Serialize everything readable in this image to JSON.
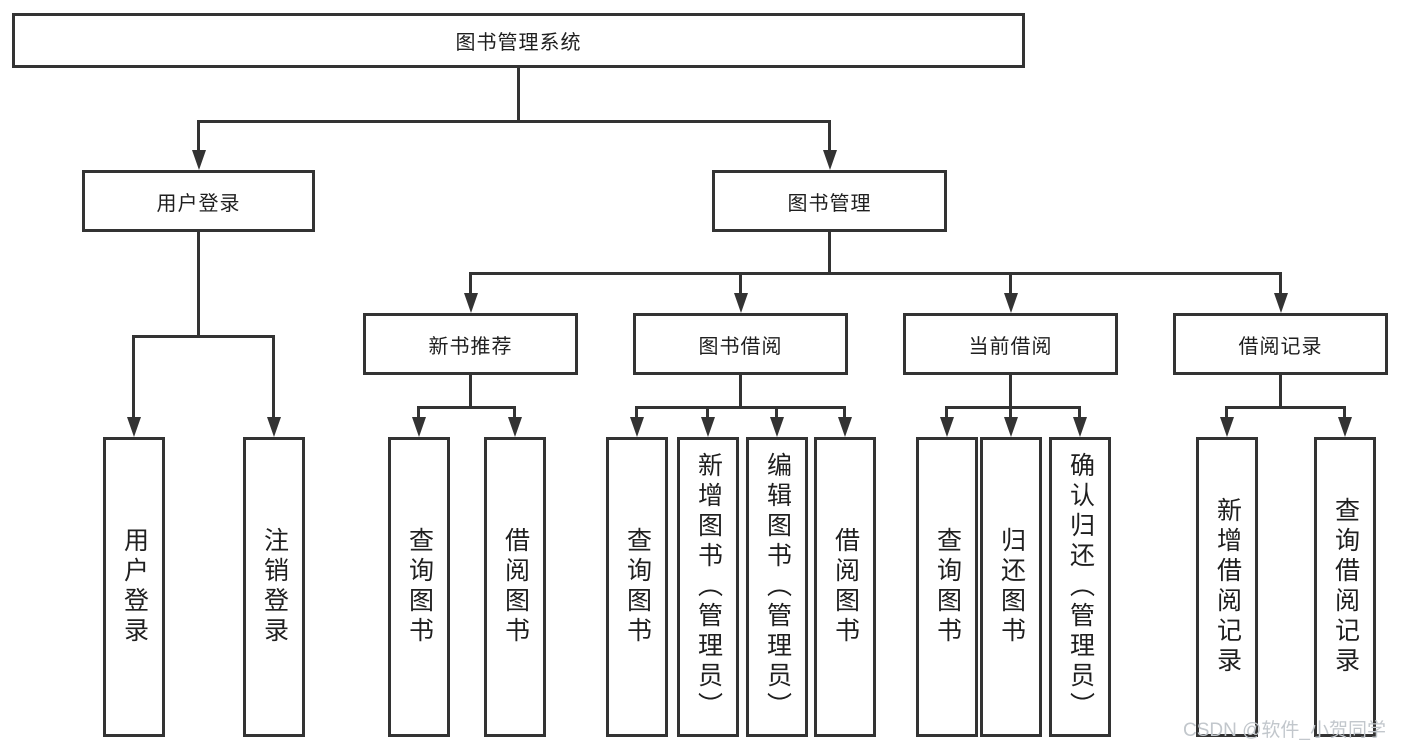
{
  "diagram": {
    "root": {
      "label": "图书管理系统"
    },
    "level2": [
      {
        "label": "用户登录",
        "children": [
          {
            "label": "用户登录"
          },
          {
            "label": "注销登录"
          }
        ]
      },
      {
        "label": "图书管理",
        "children": [
          {
            "label": "新书推荐",
            "children": [
              {
                "label": "查询图书"
              },
              {
                "label": "借阅图书"
              }
            ]
          },
          {
            "label": "图书借阅",
            "children": [
              {
                "label": "查询图书"
              },
              {
                "label": "新增图书（管理员）"
              },
              {
                "label": "编辑图书（管理员）"
              },
              {
                "label": "借阅图书"
              }
            ]
          },
          {
            "label": "当前借阅",
            "children": [
              {
                "label": "查询图书"
              },
              {
                "label": "归还图书"
              },
              {
                "label": "确认归还（管理员）"
              }
            ]
          },
          {
            "label": "借阅记录",
            "children": [
              {
                "label": "新增借阅记录"
              },
              {
                "label": "查询借阅记录"
              }
            ]
          }
        ]
      }
    ]
  },
  "watermark": {
    "text": "CSDN @软件_小贺同学"
  },
  "colors": {
    "line": "#333333",
    "text": "#1f1f1f",
    "background": "#ffffff",
    "watermark": "#c2c7cc"
  }
}
